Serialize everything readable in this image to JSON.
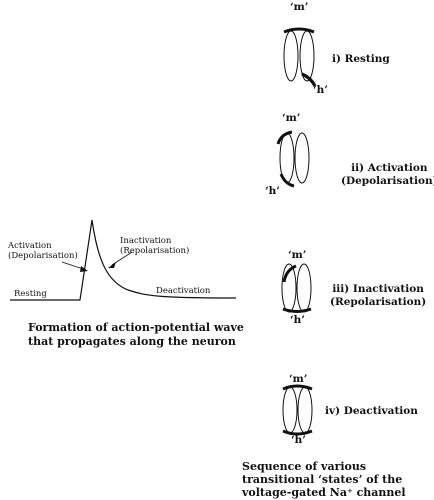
{
  "wave": {
    "activation_label": "Activation\n(Depolarisation)",
    "inactivation_label": "Inactivation\n(Repolarisation)",
    "resting_label": "Resting",
    "deactivation_label": "Deactivation",
    "caption": "Formation of action-potential wave that propagates along the neuron"
  },
  "gate_labels": {
    "m": "‘m’",
    "h": "‘h’"
  },
  "states": [
    {
      "label": "i) Resting"
    },
    {
      "label": "ii) Activation\n(Depolarisation)"
    },
    {
      "label": "iii) Inactivation\n(Repolarisation)"
    },
    {
      "label": "iv) Deactivation"
    }
  ],
  "channel_caption": "Sequence of various transitional ‘states’ of the voltage-gated Na⁺ channel"
}
